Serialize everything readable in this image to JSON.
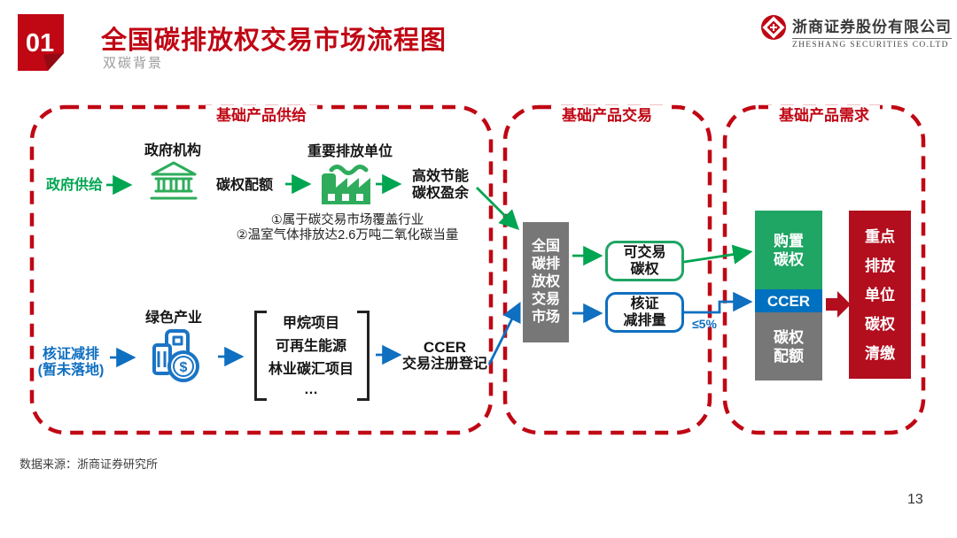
{
  "colors": {
    "accent_red": "#C00714",
    "dark_red": "#B20E1E",
    "green_line": "#00A551",
    "green_fill": "#1FA564",
    "blue_line": "#0F6FC0",
    "blue_fill": "#0070C0",
    "gray_fill": "#777777"
  },
  "header": {
    "badge": "01",
    "title": "全国碳排放权交易市场流程图",
    "subtitle": "双碳背景",
    "logo_cn": "浙商证券股份有限公司",
    "logo_en": "ZHESHANG SECURITIES CO.LTD"
  },
  "sections": {
    "supply_title": "基础产品供给",
    "trade_title": "基础产品交易",
    "demand_title": "基础产品需求"
  },
  "supply": {
    "row1": {
      "source": "政府供给",
      "gov_label": "政府机构",
      "quota": "碳权配额",
      "emitter_label": "重要排放单位",
      "result1": "高效节能",
      "result2": "碳权盈余"
    },
    "notes": [
      "①属于碳交易市场覆盖行业",
      "②温室气体排放达2.6万吨二氧化碳当量"
    ],
    "row2": {
      "source1": "核证减排",
      "source2": "(暂未落地)",
      "industry_label": "绿色产业",
      "projects": [
        "甲烷项目",
        "可再生能源",
        "林业碳汇项目",
        "…"
      ],
      "result1": "CCER",
      "result2": "交易注册登记"
    }
  },
  "trade": {
    "market": [
      "全国",
      "碳排",
      "放权",
      "交易",
      "市场"
    ],
    "tradable": [
      "可交易",
      "碳权"
    ],
    "cer": [
      "核证",
      "减排量"
    ],
    "cap_label": "≤5%"
  },
  "demand": {
    "purchase": [
      "购置",
      "碳权"
    ],
    "ccer": "CCER",
    "quota": [
      "碳权",
      "配额"
    ],
    "target": [
      "重点",
      "排放",
      "单位",
      "碳权",
      "清缴"
    ]
  },
  "icons": {
    "dollar_glyph": "$"
  },
  "footer": {
    "source": "数据来源：浙商证券研究所",
    "page": "13"
  }
}
